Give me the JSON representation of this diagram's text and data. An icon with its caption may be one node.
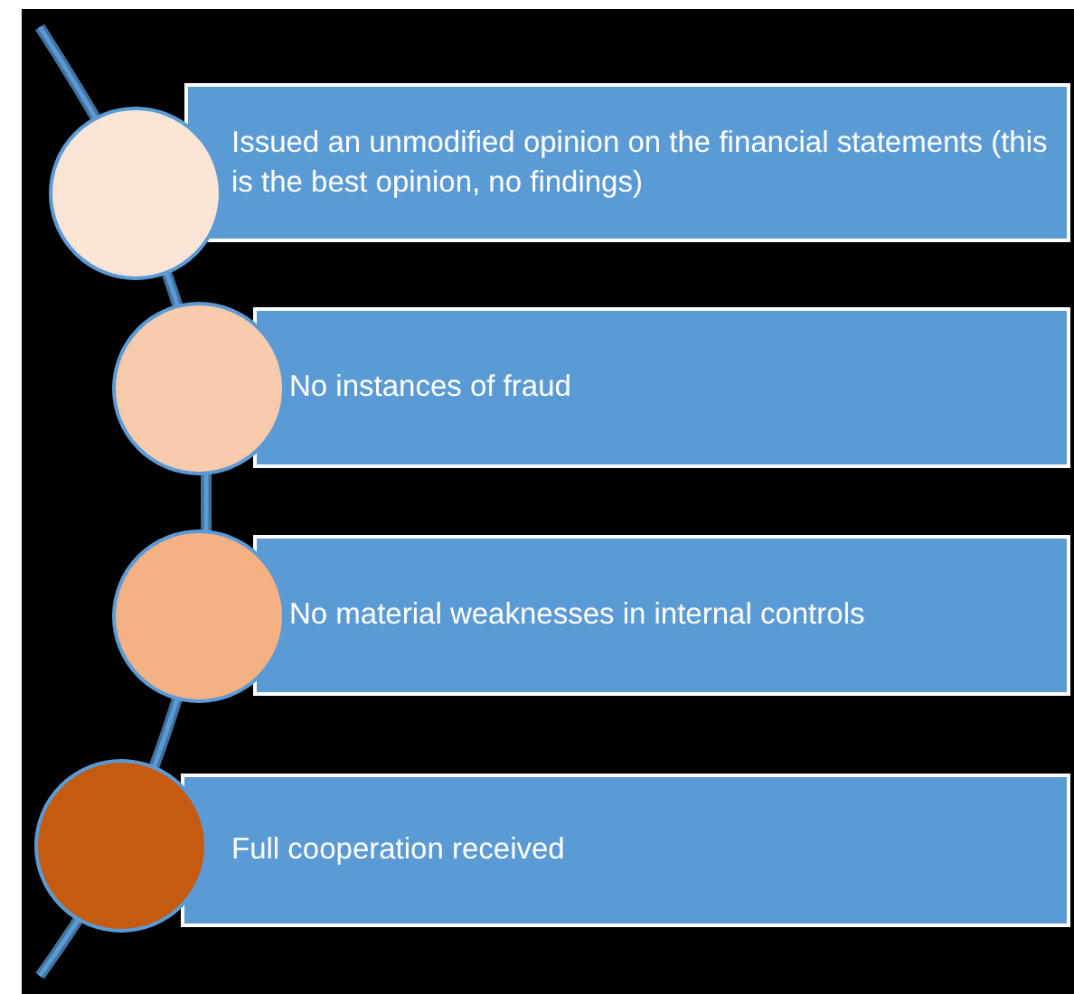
{
  "diagram": {
    "nodes": [
      {
        "text": [],
        "shape": "circle"
      },
      {
        "text": [
          "Issued an unmodified opinion on the financial statements (this is the best opinion, no findings)"
        ]
      },
      {
        "text": [],
        "shape": "circle"
      },
      {
        "text": [
          "No instances of fraud"
        ]
      },
      {
        "text": [],
        "shape": "circle"
      },
      {
        "text": [
          "No material weaknesses in internal controls"
        ]
      },
      {
        "text": [],
        "shape": "circle"
      },
      {
        "text": [
          "Full cooperation received"
        ]
      }
    ]
  }
}
